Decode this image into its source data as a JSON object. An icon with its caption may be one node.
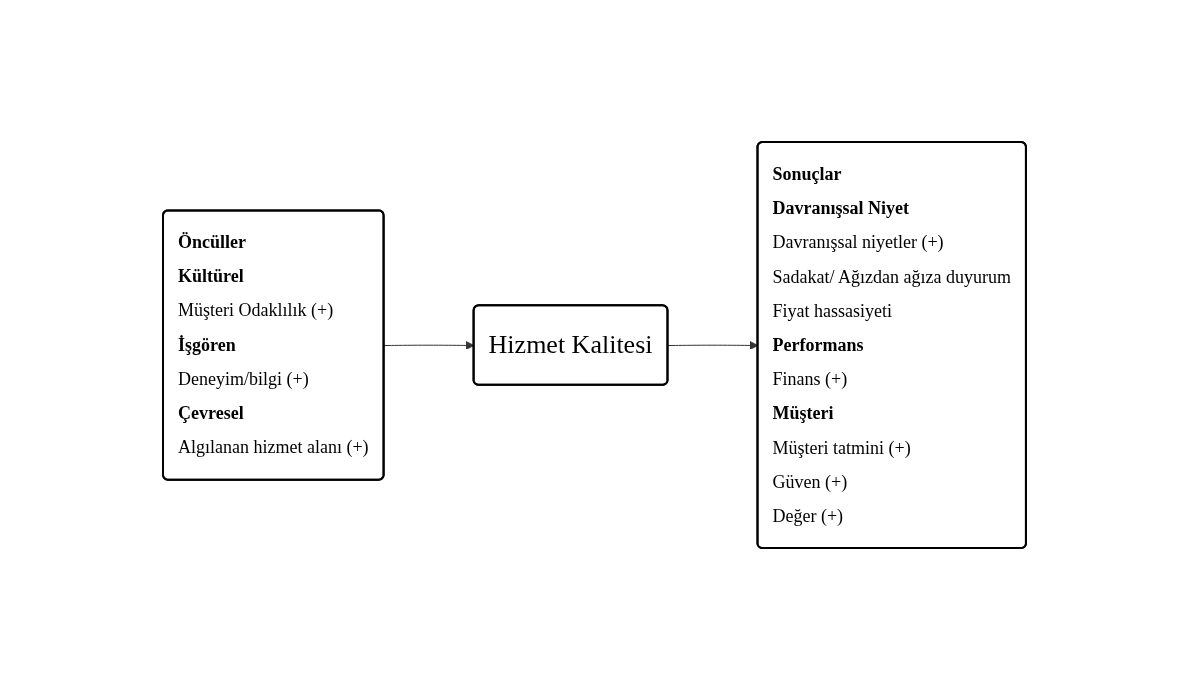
{
  "diagram": {
    "nodes": [
      {
        "text": [
          "**Öncüller**",
          "**Kültürel**",
          "Müşteri Odaklılık (+)",
          "**İşgören**",
          "Deneyim/bilgi (+)",
          "**Çevresel**",
          "Algılanan hizmet alanı (+)"
        ]
      },
      {
        "text": [
          "Hizmet Kalitesi"
        ]
      },
      {
        "text": [
          "**Sonuçlar**",
          "**Davranışsal Niyet**",
          "Davranışsal niyetler (+)",
          "Sadakat/ Ağızdan ağıza duyurum",
          "Fiyat hassasiyeti",
          "**Performans**",
          "Finans (+)",
          "**Müşteri**",
          "Müşteri tatmini (+)",
          "Güven (+)",
          "Değer (+)"
        ]
      }
    ],
    "edges": [
      {
        "from": 0,
        "to": 1,
        "arrow": "to"
      },
      {
        "from": 1,
        "to": 2,
        "arrow": "to"
      }
    ]
  }
}
